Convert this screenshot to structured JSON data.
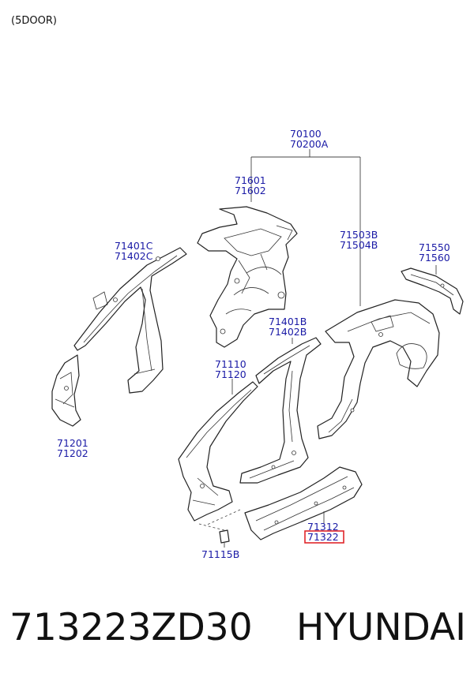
{
  "header": {
    "variant": "(5DOOR)"
  },
  "labels": {
    "assembly_a": "70100",
    "assembly_b": "70200A",
    "wheelhouse_a": "71601",
    "wheelhouse_b": "71602",
    "roof_rail_a": "71401C",
    "roof_rail_b": "71402C",
    "quarter_a": "71503B",
    "quarter_b": "71504B",
    "lamp_bracket_a": "71550",
    "lamp_bracket_b": "71560",
    "front_rail_a": "71401B",
    "front_rail_b": "71402B",
    "a_pillar_a": "71110",
    "a_pillar_b": "71120",
    "hinge_pillar_a": "71201",
    "hinge_pillar_b": "71202",
    "sill_a": "71312",
    "sill_b": "71322",
    "bracket": "71115B"
  },
  "highlight": {
    "label": "71322",
    "color": "#e0262b"
  },
  "link_color": "#1a1aa6",
  "footer": {
    "part_number": "713223ZD30",
    "brand": "HYUNDAI"
  }
}
